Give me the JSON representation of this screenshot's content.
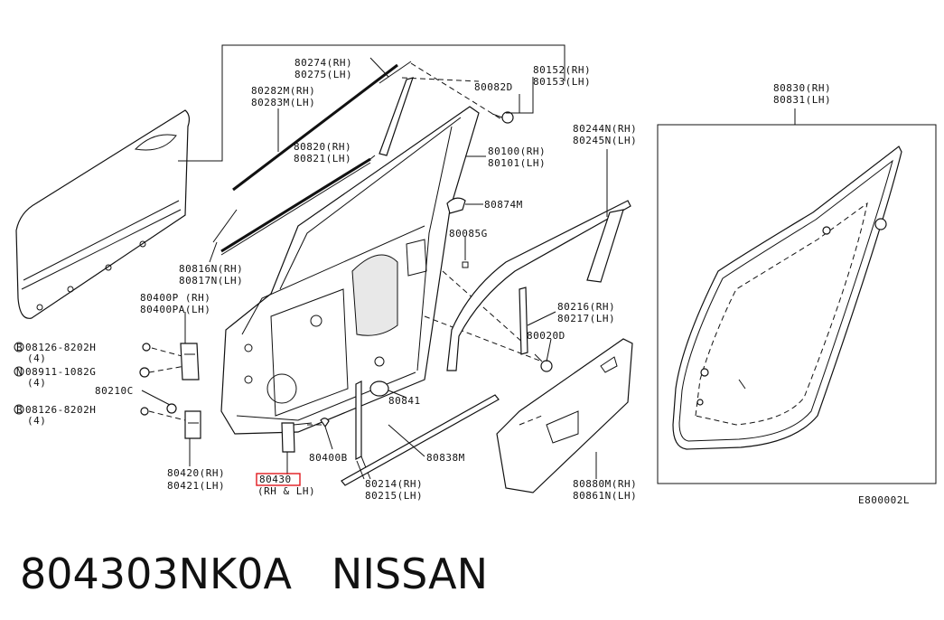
{
  "diagram_code": "E800002L",
  "labels": {
    "l80274": "80274(RH)",
    "l80275": "80275(LH)",
    "l80282m": "80282M(RH)",
    "l80283m": "80283M(LH)",
    "l80082d": "80082D",
    "l80152": "80152(RH)",
    "l80153": "80153(LH)",
    "l80820": "80820(RH)",
    "l80821": "80821(LH)",
    "l80100": "80100(RH)",
    "l80101": "80101(LH)",
    "l80874m": "80874M",
    "l80085g": "80085G",
    "l80816n": "80816N(RH)",
    "l80817n": "80817N(LH)",
    "l80400p": "80400P (RH)",
    "l80400pa": "80400PA(LH)",
    "l08126a": "08126-8202H",
    "l08126a_q": "(4)",
    "l08911": "08911-1082G",
    "l08911_q": "(4)",
    "l80210c": "80210C",
    "l08126b": "08126-8202H",
    "l08126b_q": "(4)",
    "l80841": "80841",
    "l80400b": "80400B",
    "l80420": "80420(RH)",
    "l80421": "80421(LH)",
    "l80430": "80430",
    "l80430_sub": "(RH & LH)",
    "l80214": "80214(RH)",
    "l80215": "80215(LH)",
    "l80838m": "80838M",
    "l80244n": "80244N(RH)",
    "l80245n": "80245N(LH)",
    "l80216": "80216(RH)",
    "l80217": "80217(LH)",
    "l80020d": "80020D",
    "l80880m": "80880M(RH)",
    "l80861n": "80861N(LH)",
    "l80830": "80830(RH)",
    "l80831": "80831(LH)",
    "bolt_b": "B",
    "bolt_n": "N",
    "bolt_b2": "B"
  },
  "footer": {
    "part_number": "804303NK0A",
    "brand": "NISSAN"
  },
  "colors": {
    "highlight": "#e0191e",
    "line": "#111111"
  }
}
